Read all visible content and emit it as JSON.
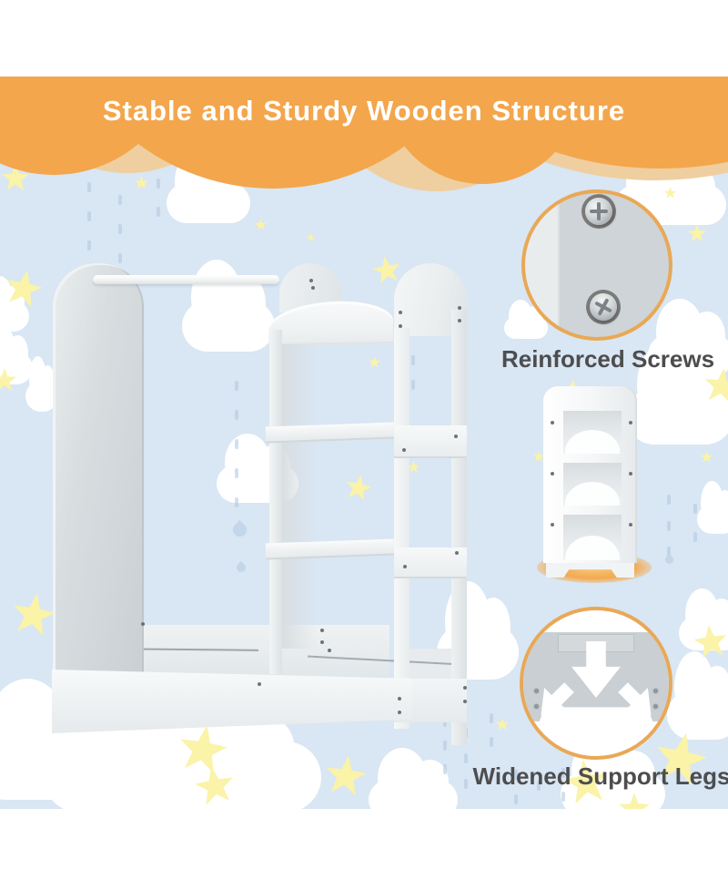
{
  "banner": {
    "title": "Stable and Sturdy Wooden Structure"
  },
  "callouts": {
    "screws": {
      "label": "Reinforced Screws",
      "icon": "screws-closeup-icon"
    },
    "legs": {
      "label": "Widened Support Legs",
      "icon": "support-legs-closeup-icon"
    }
  },
  "colors": {
    "accent_orange": "#F3A64C",
    "accent_orange_shadow": "#EFCFA0",
    "ring_orange": "#E9A855",
    "scene_blue": "#D9E6F3",
    "star_yellow": "#FAF3A8",
    "cloud_white": "#FFFFFF",
    "rain_blue": "#AFC6DE",
    "caption_gray": "#4D4D4F",
    "product_white": "#F4F6F7",
    "product_gray": "#CDD4D7"
  }
}
